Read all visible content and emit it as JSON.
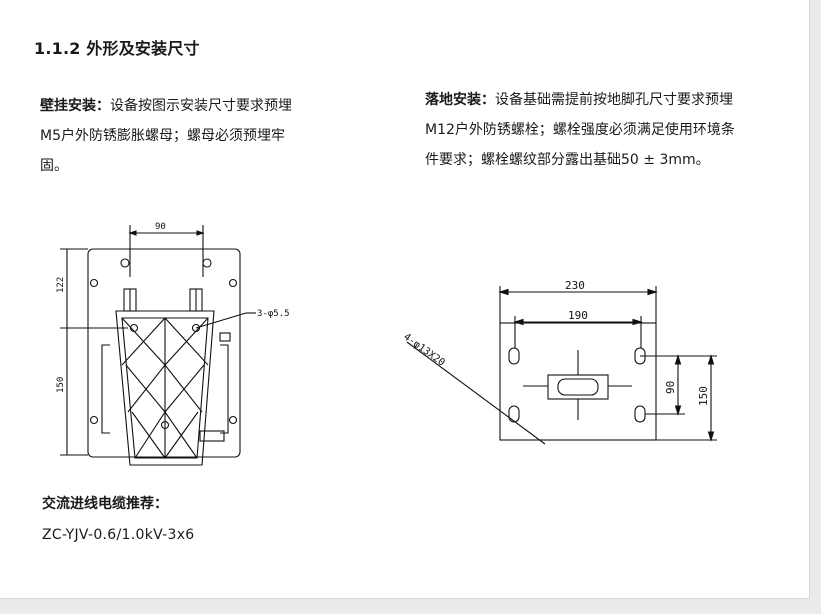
{
  "section": {
    "heading": "1.1.2 外形及安装尺寸"
  },
  "wall_mount": {
    "label": "壁挂安装：",
    "text": "设备按图示安装尺寸要求预埋M5户外防锈膨胀螺母；螺母必须预埋牢固。"
  },
  "floor_mount": {
    "label": "落地安装：",
    "text": "设备基础需提前按地脚孔尺寸要求预埋M12户外防锈螺栓；螺栓强度必须满足使用环境条件要求；螺栓螺纹部分露出基础50 ± 3mm。"
  },
  "wall_drawing": {
    "dim_top": "90",
    "dim_left_upper": "122",
    "dim_left_lower": "150",
    "hole_note": "3-φ5.5"
  },
  "floor_drawing": {
    "dim_width_outer": "230",
    "dim_width_inner": "190",
    "dim_height_inner": "90",
    "dim_height_outer": "150",
    "hole_note": "4-φ13X20"
  },
  "cable": {
    "title": "交流进线电缆推荐：",
    "spec": "ZC-YJV-0.6/1.0kV-3x6"
  }
}
